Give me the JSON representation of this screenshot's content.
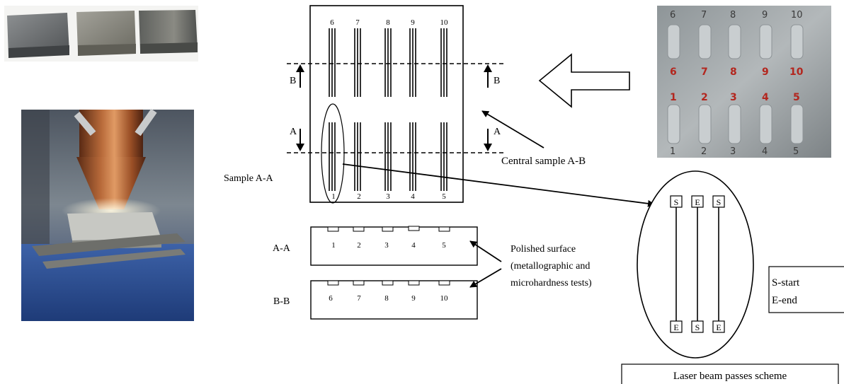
{
  "plate": {
    "top_numbers": [
      "6",
      "7",
      "8",
      "9",
      "10"
    ],
    "bottom_numbers": [
      "1",
      "2",
      "3",
      "4",
      "5"
    ],
    "section_a_mark": "A",
    "section_b_mark": "B"
  },
  "labels": {
    "central_sample": "Central sample A-B",
    "sample_aa": "Sample A-A",
    "section_aa": "A-A",
    "section_bb": "B-B",
    "polished_line1": "Polished surface",
    "polished_line2": "(metallographic and",
    "polished_line3": "microhardness tests)"
  },
  "section_aa_numbers": [
    "1",
    "2",
    "3",
    "4",
    "5"
  ],
  "section_bb_numbers": [
    "6",
    "7",
    "8",
    "9",
    "10"
  ],
  "scheme": {
    "top_boxes": [
      "S",
      "E",
      "S"
    ],
    "bottom_boxes": [
      "E",
      "S",
      "E"
    ],
    "legend_line1": "S-start",
    "legend_line2": "E-end",
    "title": "Laser beam passes scheme"
  },
  "photo_plate": {
    "top_numbers": [
      "6",
      "7",
      "8",
      "9",
      "10"
    ],
    "top_red_numbers": [
      "6",
      "7",
      "8",
      "9",
      "10"
    ],
    "mid_red_numbers": [
      "1",
      "2",
      "3",
      "4",
      "5"
    ],
    "bottom_numbers": [
      "1",
      "2",
      "3",
      "4",
      "5"
    ]
  }
}
